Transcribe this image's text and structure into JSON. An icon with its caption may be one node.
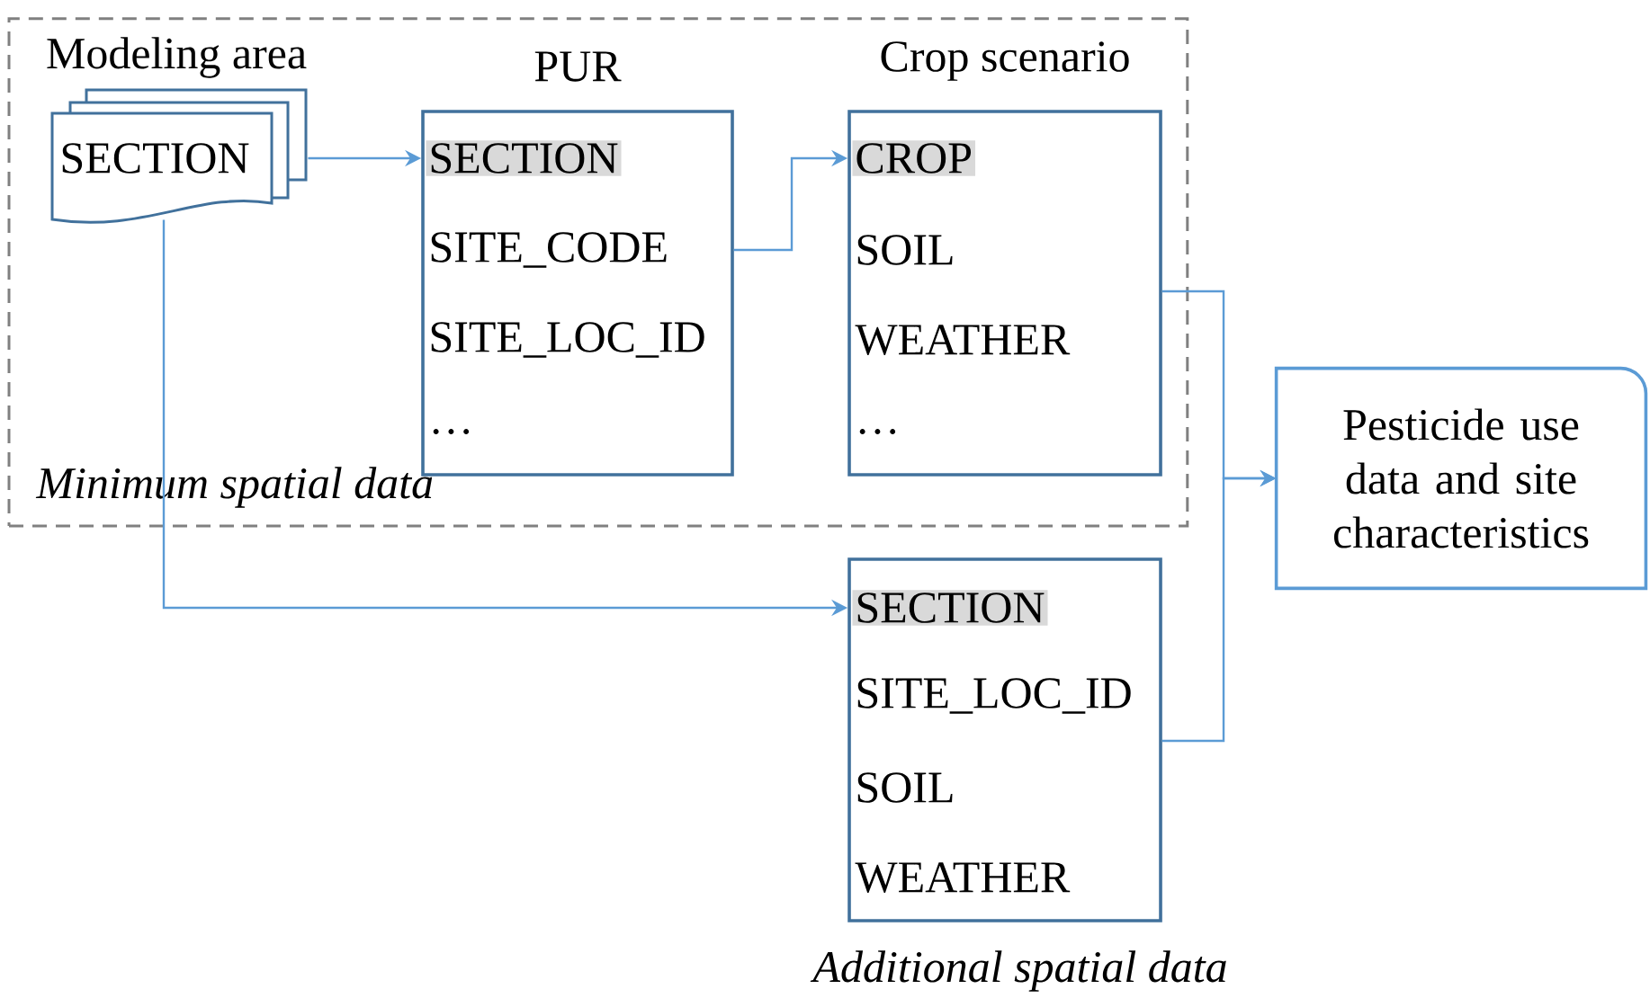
{
  "diagram": {
    "nodes": [
      {
        "text": [
          "Minimum spatial data"
        ]
      },
      {
        "text": [
          "Modeling area",
          "SECTION"
        ],
        "in": 0
      },
      {
        "text": [
          "PUR",
          "SECTION",
          "SITE_CODE",
          "SITE_LOC_ID",
          "…"
        ],
        "in": 0
      },
      {
        "text": [
          "Crop scenario",
          "CROP",
          "SOIL",
          "WEATHER",
          "…"
        ],
        "in": 0
      },
      {
        "text": [
          "SECTION",
          "SITE_LOC_ID",
          "SOIL",
          "WEATHER"
        ],
        "beside": [
          "Additional spatial data"
        ]
      },
      {
        "text": [
          "Pesticide use data and site characteristics"
        ]
      }
    ],
    "edges": [
      {
        "from": 1,
        "to": 2,
        "arrow": "to"
      },
      {
        "from": 2,
        "to": 3,
        "arrow": "to"
      },
      {
        "from": 1,
        "to": 4,
        "arrow": "to"
      },
      {
        "from": 3,
        "to": 5,
        "arrow": "to"
      },
      {
        "from": 4,
        "to": 5,
        "arrow": "to"
      }
    ]
  }
}
